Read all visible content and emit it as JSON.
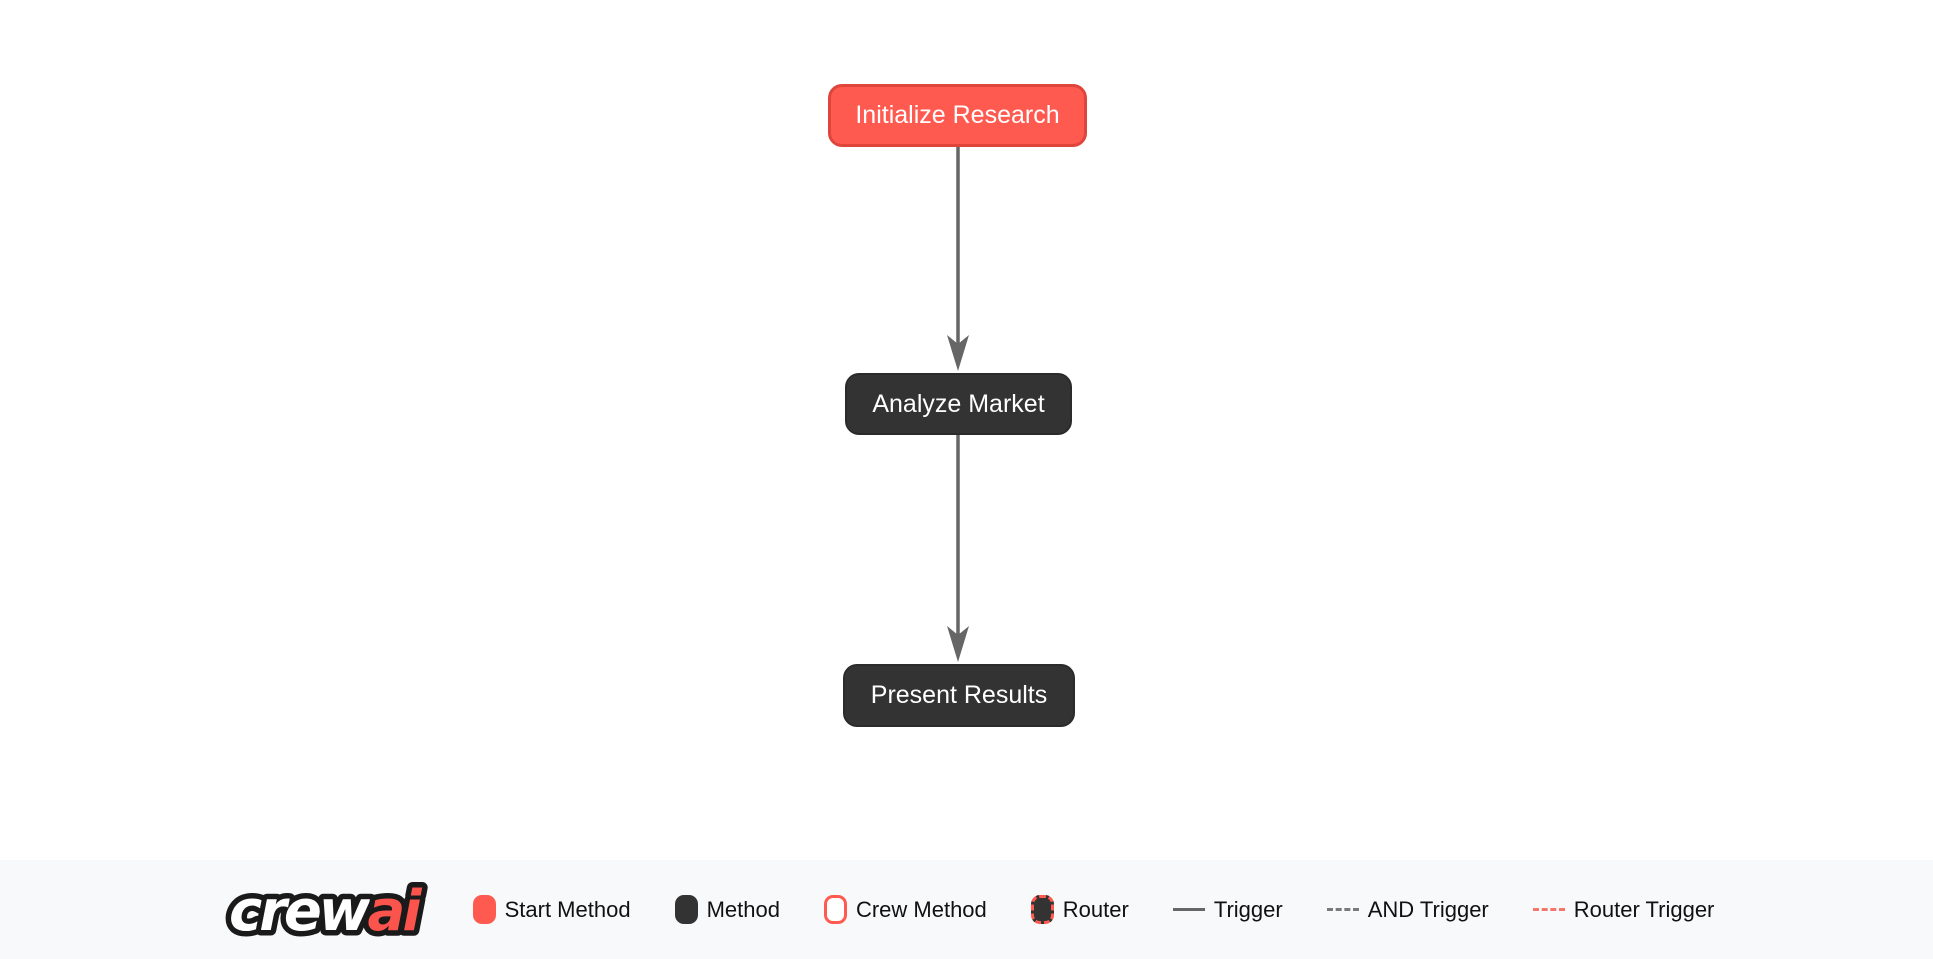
{
  "diagram": {
    "nodes": [
      {
        "label": "Initialize Research",
        "type": "start-method"
      },
      {
        "label": "Analyze Market",
        "type": "method"
      },
      {
        "label": "Present Results",
        "type": "method"
      }
    ],
    "edges": [
      {
        "from": "Initialize Research",
        "to": "Analyze Market",
        "type": "trigger"
      },
      {
        "from": "Analyze Market",
        "to": "Present Results",
        "type": "trigger"
      }
    ]
  },
  "legend": {
    "logo": {
      "primary": "crew",
      "accent": "ai"
    },
    "items": [
      {
        "label": "Start Method"
      },
      {
        "label": "Method"
      },
      {
        "label": "Crew Method"
      },
      {
        "label": "Router"
      },
      {
        "label": "Trigger"
      },
      {
        "label": "AND Trigger"
      },
      {
        "label": "Router Trigger"
      }
    ]
  },
  "colors": {
    "start_method_fill": "#FF5A50",
    "start_method_border": "#E0453B",
    "method_fill": "#333333",
    "trigger_edge": "#666666",
    "router_trigger_dash": "#F4756C",
    "and_trigger_dash": "#7A7A7A",
    "legend_background": "#F8F9FA",
    "canvas_background": "#FFFFFF",
    "node_text": "#FFFFFF",
    "legend_text": "#111111"
  }
}
